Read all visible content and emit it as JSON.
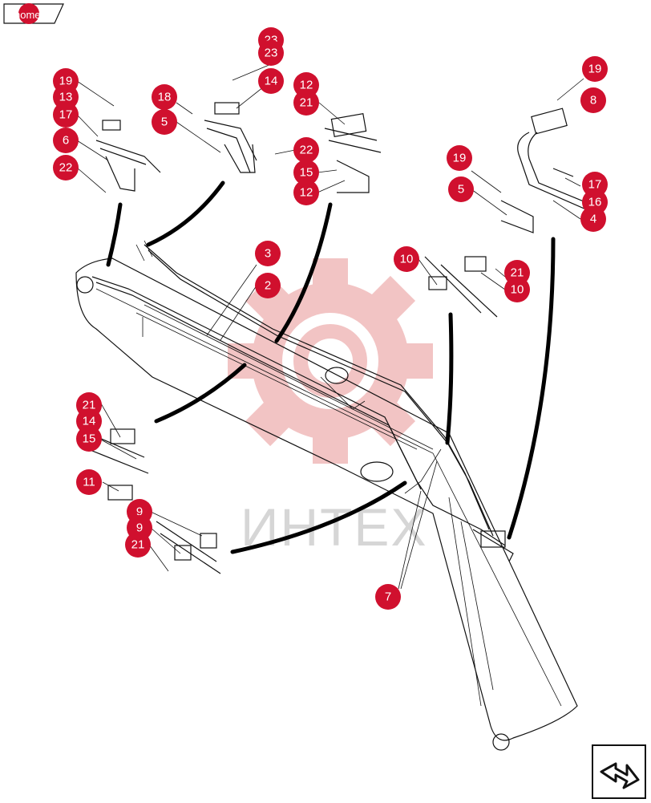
{
  "nav": {
    "home_label": "home"
  },
  "watermark": {
    "text": "ИНТЕХ"
  },
  "callouts": [
    "23",
    "23",
    "14",
    "19",
    "13",
    "17",
    "6",
    "22",
    "18",
    "5",
    "12",
    "21",
    "22",
    "15",
    "12",
    "19",
    "8",
    "19",
    "5",
    "17",
    "16",
    "4",
    "3",
    "2",
    "10",
    "21",
    "10",
    "21",
    "14",
    "15",
    "11",
    "9",
    "9",
    "21",
    "7"
  ],
  "icons": {
    "home": "home-tab-icon",
    "next_page": "next-page-arrow-icon"
  },
  "colors": {
    "callout": "#d0102e",
    "watermark": "#f2c4c4"
  }
}
